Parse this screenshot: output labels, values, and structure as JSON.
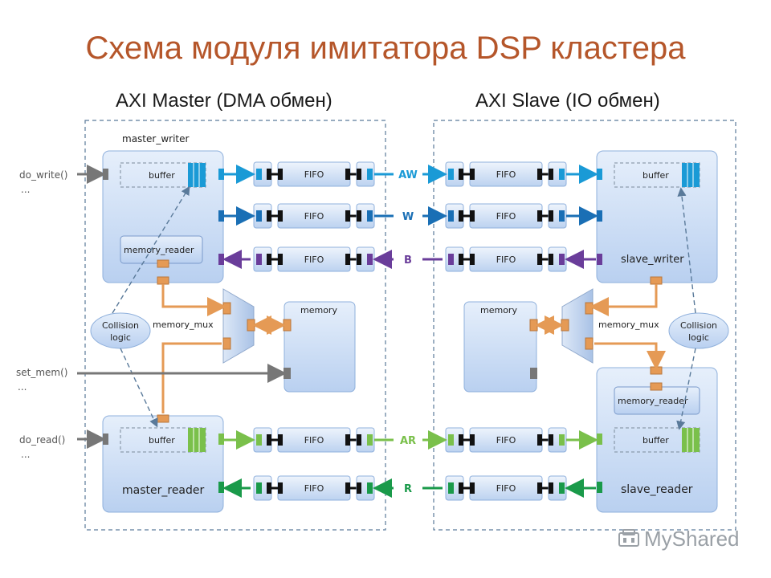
{
  "title": "Схема модуля имитатора DSP кластера",
  "master_section_title": "AXI Master (DMA обмен)",
  "slave_section_title": "AXI Slave (IO обмен)",
  "master": {
    "writer_title": "master_writer",
    "reader_title": "master_reader",
    "buffer_label": "buffer",
    "memory_reader_label": "memory_reader",
    "collision_line1": "Collision",
    "collision_line2": "logic",
    "mux_label": "memory_mux",
    "memory_label": "memory",
    "ext_do_write": "do_write()",
    "ext_do_read": "do_read()",
    "ext_set_mem": "set_mem()",
    "ellipsis": "..."
  },
  "slave": {
    "writer_title": "slave_writer",
    "reader_title": "slave_reader",
    "buffer_label": "buffer",
    "memory_reader_label": "memory_reader",
    "collision_line1": "Collision",
    "collision_line2": "logic",
    "mux_label": "memory_mux",
    "memory_label": "memory"
  },
  "fifo_label": "FIFO",
  "channels": [
    {
      "name": "AW",
      "color": "#1a9ad6"
    },
    {
      "name": "W",
      "color": "#1a6fb5"
    },
    {
      "name": "B",
      "color": "#6a3d9a"
    },
    {
      "name": "AR",
      "color": "#7ac04b"
    },
    {
      "name": "R",
      "color": "#1a9a4a"
    }
  ],
  "colors": {
    "title": "#b5562a",
    "mux_line": "#e59a55",
    "block_fill": "#cfe0f7",
    "dashed_border": "#5a7a9a"
  },
  "watermark": "MyShared"
}
